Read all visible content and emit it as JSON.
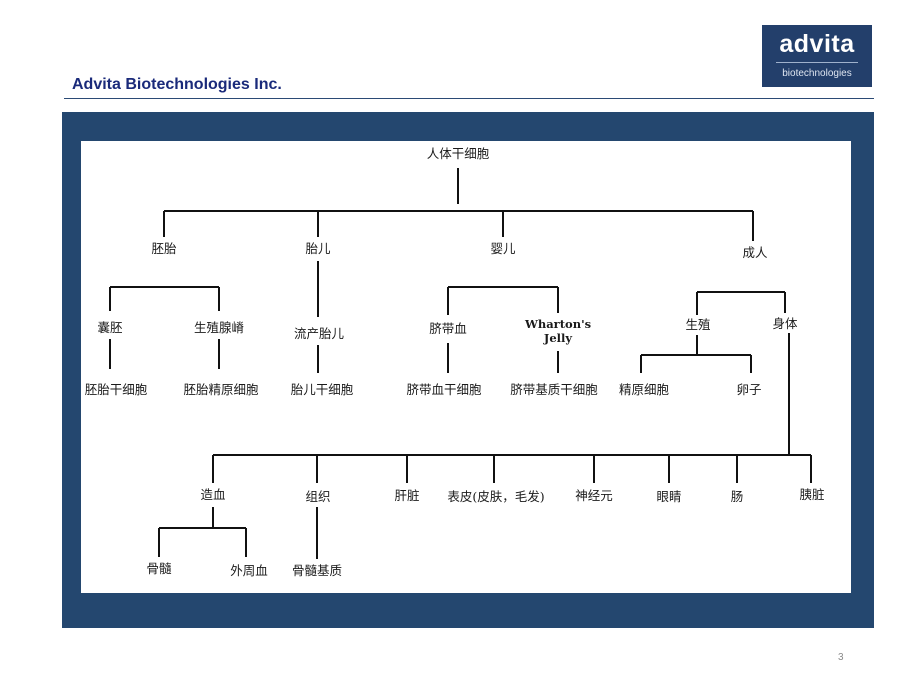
{
  "header": {
    "title": "Advita Biotechnologies Inc."
  },
  "logo": {
    "main": "advita",
    "sub": "biotechnologies"
  },
  "page_number": "3",
  "diagram": {
    "root": "人体干细胞",
    "embryo": "胚胎",
    "fetus": "胎儿",
    "infant": "婴儿",
    "adult": "成人",
    "blastocyst": "囊胚",
    "genital_ridge": "生殖腺嵴",
    "aborted_fetus": "流产胎儿",
    "cord_blood": "脐带血",
    "whartons_jelly": "Wharton's Jelly",
    "reproductive": "生殖",
    "body": "身体",
    "embryonic_stem_cells": "胚胎干细胞",
    "embryonic_germ_cells": "胚胎精原细胞",
    "fetal_stem_cells": "胎儿干细胞",
    "cord_blood_stem_cells": "脐带血干细胞",
    "cord_matrix_stem_cells": "脐带基质干细胞",
    "spermatogonia": "精原细胞",
    "oocyte": "卵子",
    "hematopoiesis": "造血",
    "tissue": "组织",
    "liver": "肝脏",
    "epidermis": "表皮(皮肤，毛发)",
    "neuron": "神经元",
    "eye": "眼睛",
    "intestine": "肠",
    "pancreas": "胰脏",
    "bone_marrow": "骨髓",
    "peripheral_blood": "外周血",
    "marrow_stroma": "骨髓基质"
  }
}
